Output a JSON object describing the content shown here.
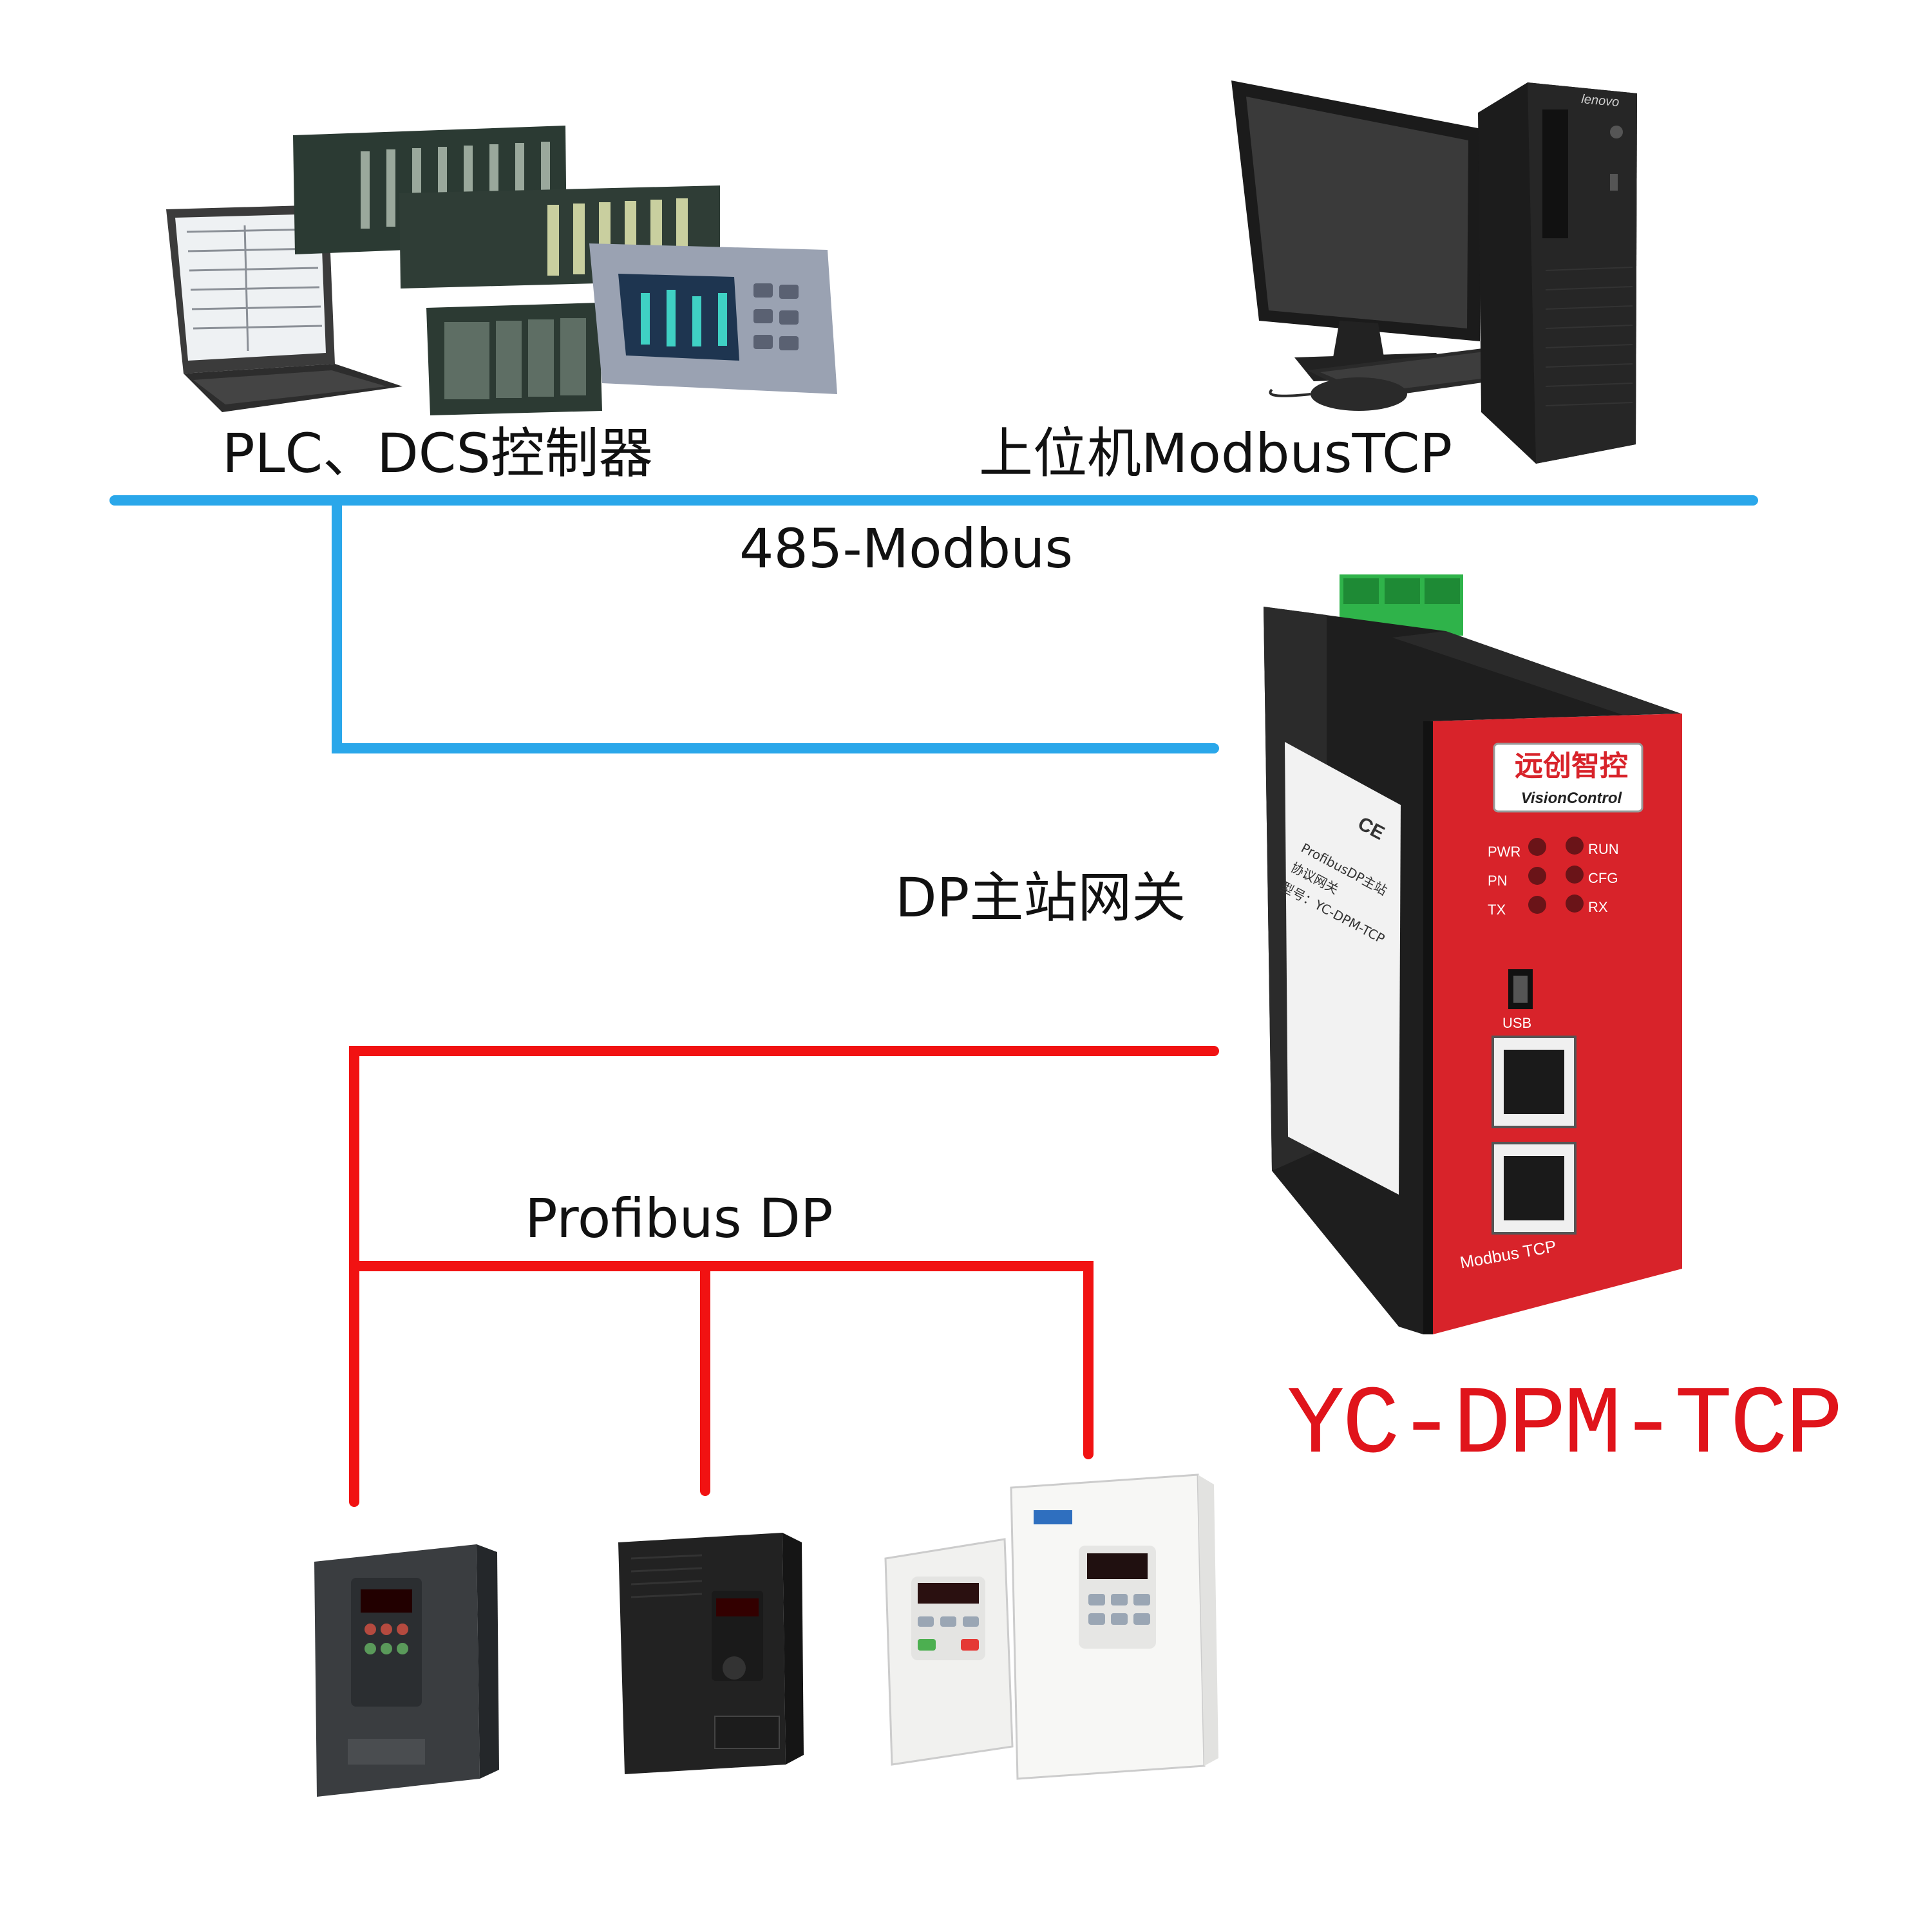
{
  "labels": {
    "plc_dcs": "PLC、DCS控制器",
    "host": "上位机ModbusTCP",
    "bus_485": "485-Modbus",
    "gateway": "DP主站网关",
    "profibus": "Profibus DP",
    "model": "YC-DPM-TCP"
  },
  "gateway_device": {
    "brand_cn": "远创智控",
    "brand_en": "VisionControl",
    "leds_left": [
      "PWR",
      "PN",
      "TX"
    ],
    "leds_right": [
      "RUN",
      "CFG",
      "RX"
    ],
    "usb_label": "USB",
    "port_label": "Modbus TCP",
    "side_text": [
      "ProfibusDP主站",
      "协议网关",
      "型号：YC-DPM-TCP"
    ],
    "ce_mark": "CE"
  },
  "pc_brand": "lenovo",
  "colors": {
    "bus_485": "#2aa7ea",
    "profibus": "#f11212",
    "gateway_red": "#d8232a",
    "model_text": "#e0141b"
  }
}
